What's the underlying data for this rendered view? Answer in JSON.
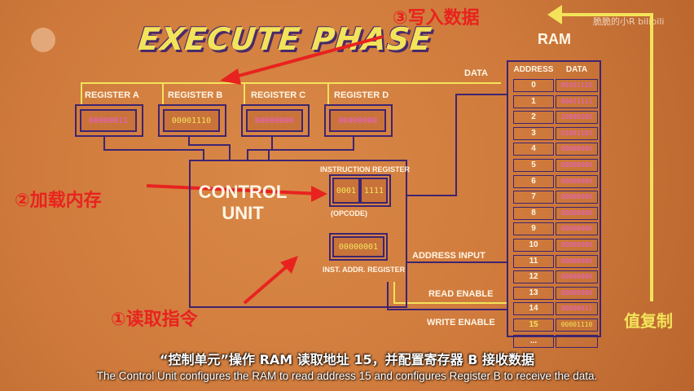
{
  "title": "EXECUTE PHASE",
  "watermark": "脆脆的小R  bilibili",
  "registers": [
    {
      "label": "REGISTER A",
      "value": "00000011"
    },
    {
      "label": "REGISTER B",
      "value": "00001110"
    },
    {
      "label": "REGISTER C",
      "value": "00000000"
    },
    {
      "label": "REGISTER D",
      "value": "00000000"
    }
  ],
  "data_bus_label": "DATA",
  "control_unit": {
    "label_line1": "CONTROL",
    "label_line2": "UNIT",
    "instruction_register_label": "INSTRUCTION REGISTER",
    "opcode_value": "0001",
    "operand_value": "1111",
    "opcode_label": "(OPCODE)",
    "inst_addr_value": "00000001",
    "inst_addr_label": "INST. ADDR. REGISTER"
  },
  "signals": {
    "address_input": "ADDRESS INPUT",
    "read_enable": "READ ENABLE",
    "write_enable": "WRITE ENABLE"
  },
  "ram": {
    "title": "RAM",
    "col_address": "ADDRESS",
    "col_data": "DATA",
    "rows": [
      {
        "addr": "0",
        "data": "00101110"
      },
      {
        "addr": "1",
        "data": "00011111"
      },
      {
        "addr": "2",
        "data": "10000100"
      },
      {
        "addr": "3",
        "data": "01001101"
      },
      {
        "addr": "4",
        "data": "00000000"
      },
      {
        "addr": "5",
        "data": "00000000"
      },
      {
        "addr": "6",
        "data": "00000000"
      },
      {
        "addr": "7",
        "data": "00000000"
      },
      {
        "addr": "8",
        "data": "00000000"
      },
      {
        "addr": "9",
        "data": "00000000"
      },
      {
        "addr": "10",
        "data": "00000000"
      },
      {
        "addr": "11",
        "data": "00000000"
      },
      {
        "addr": "12",
        "data": "00000000"
      },
      {
        "addr": "13",
        "data": "00000000"
      },
      {
        "addr": "14",
        "data": "00000011"
      },
      {
        "addr": "15",
        "data": "00001110"
      },
      {
        "addr": "...",
        "data": "..."
      }
    ]
  },
  "annotations": {
    "step1": "①读取指令",
    "step2": "②加载内存",
    "step3": "③写入数据",
    "copy_value": "值复制"
  },
  "subtitles": {
    "zh": "“控制单元”操作 RAM 读取地址 15，并配置寄存器 B 接收数据",
    "en": "The Control Unit configures the RAM to read address 15 and configures Register B to receive the data."
  },
  "colors": {
    "background": "#cf7a3c",
    "line": "#3e2470",
    "bus": "#f3e35a",
    "value": "#e85fd6",
    "annotation": "#e8231f"
  }
}
